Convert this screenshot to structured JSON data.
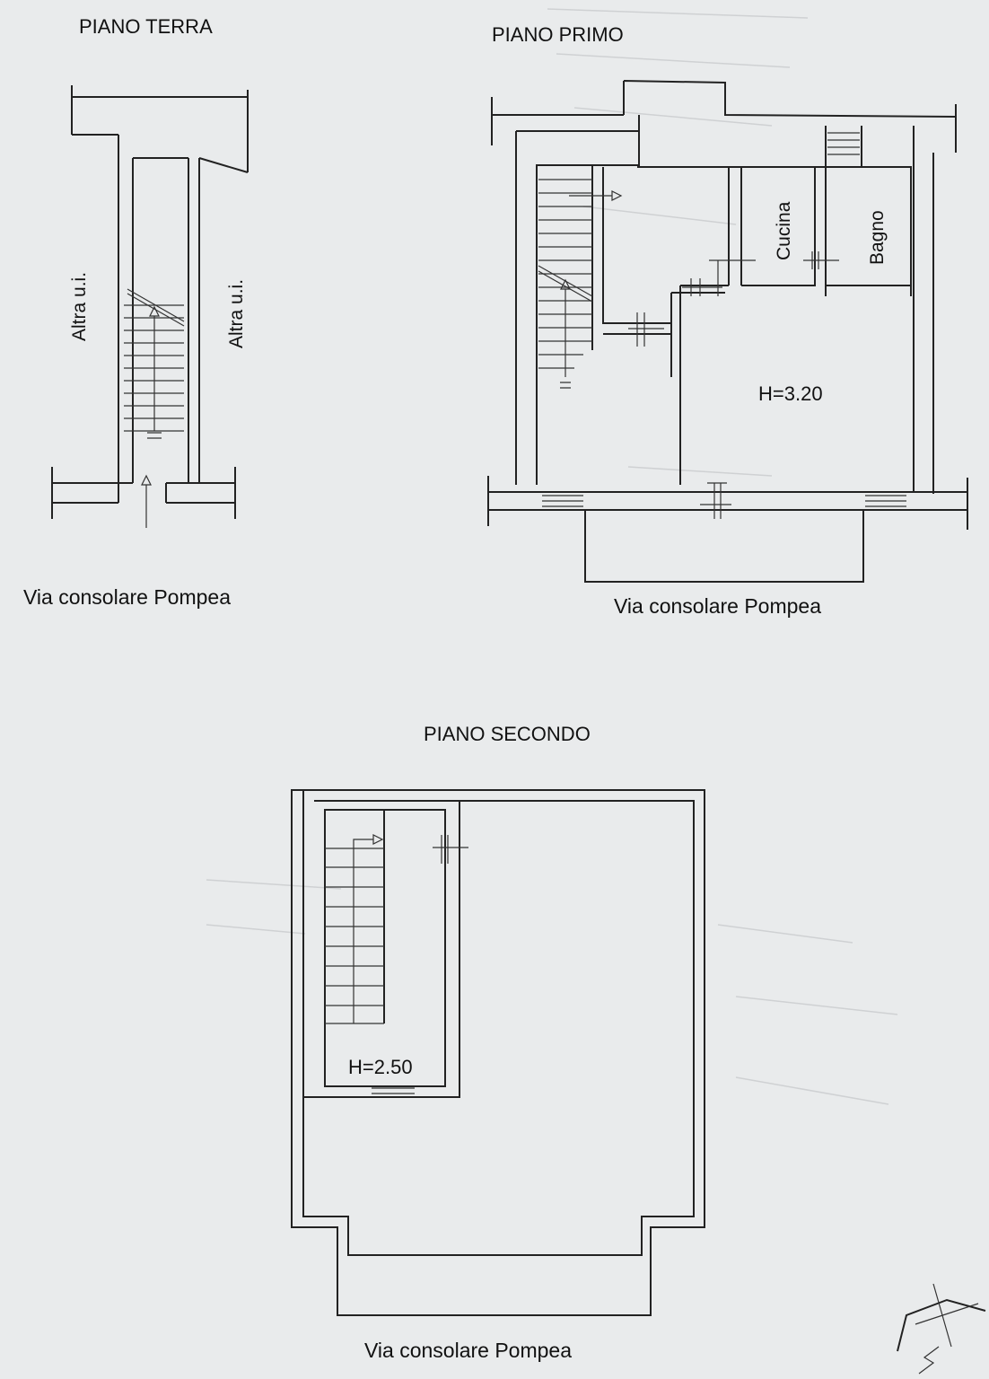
{
  "plans": {
    "ground": {
      "title": "PIANO TERRA",
      "left_label": "Altra u.i.",
      "right_label": "Altra u.i.",
      "street": "Via consolare Pompea"
    },
    "first": {
      "title": "PIANO PRIMO",
      "kitchen": "Cucina",
      "bathroom": "Bagno",
      "height": "H=3.20",
      "street": "Via consolare Pompea"
    },
    "second": {
      "title": "PIANO SECONDO",
      "height": "H=2.50",
      "street": "Via consolare Pompea"
    }
  },
  "colors": {
    "paper": "#e9ebec",
    "ink": "#222222"
  }
}
